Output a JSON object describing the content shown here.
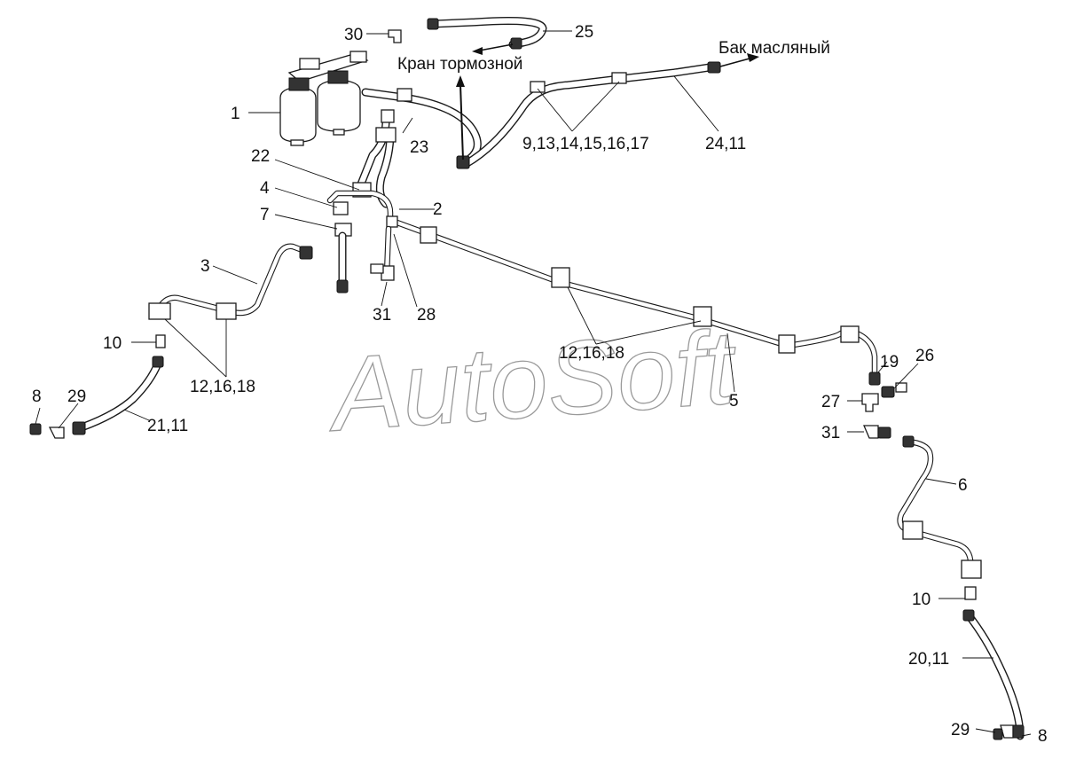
{
  "callouts": {
    "c1": "1",
    "c2": "2",
    "c3": "3",
    "c4": "4",
    "c5": "5",
    "c6": "6",
    "c7": "7",
    "c8_left": "8",
    "c8_right": "8",
    "c10_left": "10",
    "c10_right": "10",
    "c12_16_18_left": "12,16,18",
    "c12_16_18_mid": "12,16,18",
    "c19": "19",
    "c20_11": "20,11",
    "c21_11": "21,11",
    "c22": "22",
    "c23": "23",
    "c24_11": "24,11",
    "c25": "25",
    "c26": "26",
    "c27": "27",
    "c28": "28",
    "c29_left": "29",
    "c29_right": "29",
    "c30": "30",
    "c31_left": "31",
    "c31_right": "31",
    "c9_group": "9,13,14,15,16,17"
  },
  "directions": {
    "brake_valve": "Кран тормозной",
    "oil_tank": "Бак масляный"
  },
  "watermark": "AutoSoft",
  "colors": {
    "line": "#1a1a1a",
    "background": "#ffffff",
    "watermark": "#9a9a9a"
  }
}
